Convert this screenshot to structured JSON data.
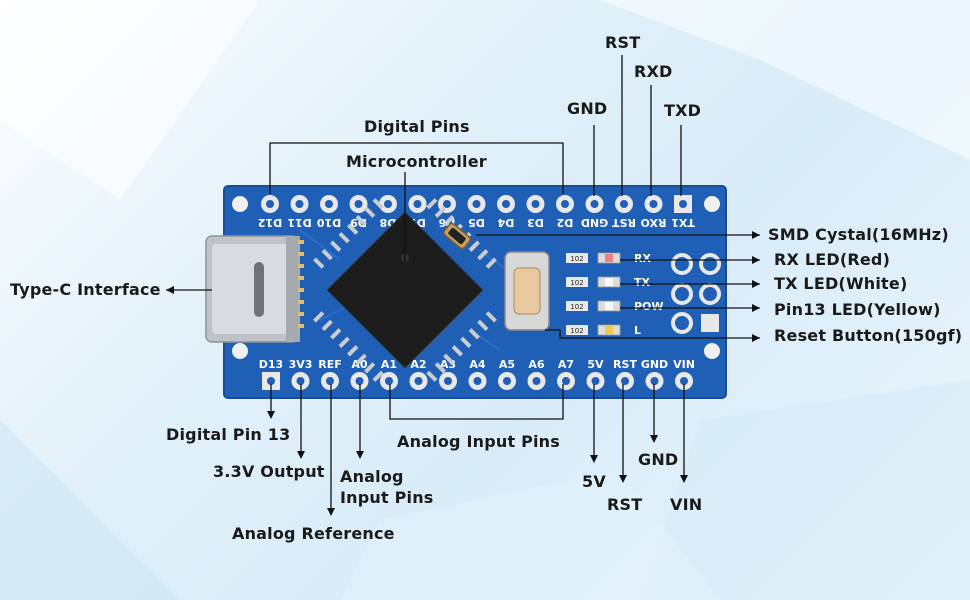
{
  "labels": {
    "digital_pins": "Digital Pins",
    "microcontroller": "Microcontroller",
    "type_c": "Type-C Interface",
    "smd_crystal": "SMD Cystal(16MHz)",
    "rx_led": "RX LED(Red)",
    "tx_led": "TX LED(White)",
    "pin13_led": "Pin13 LED(Yellow)",
    "reset_button": "Reset Button(150gf)",
    "top_gnd": "GND",
    "top_rst": "RST",
    "top_rxd": "RXD",
    "top_txd": "TXD",
    "digital_pin_13": "Digital Pin 13",
    "output_3v3": "3.3V Output",
    "analog_reference": "Analog Reference",
    "analog_input_pins_left": "Analog Input Pins",
    "analog_input_pins_mid": "Analog Input Pins",
    "bottom_5v": "5V",
    "bottom_rst": "RST",
    "bottom_gnd": "GND",
    "bottom_vin": "VIN"
  },
  "board": {
    "top_pins": [
      "D12",
      "D11",
      "D10",
      "D9",
      "D8",
      "D7",
      "D6",
      "D5",
      "D4",
      "D3",
      "D2",
      "GND",
      "RST",
      "RXO",
      "TX1"
    ],
    "bottom_pins": [
      "D13",
      "3V3",
      "REF",
      "A0",
      "A1",
      "A2",
      "A3",
      "A4",
      "A5",
      "A6",
      "A7",
      "5V",
      "RST",
      "GND",
      "VIN"
    ],
    "led_labels": [
      "RX",
      "TX",
      "POW",
      "L"
    ],
    "led_codes": [
      "102",
      "102",
      "102",
      "102"
    ]
  },
  "colors": {
    "pcb": "#1f5fb5",
    "pcb_edge": "#184c94",
    "pad": "#e8e8e8",
    "chip": "#1c1c1c",
    "usb": "#c9ccd0",
    "button": "#e8c8a0"
  }
}
